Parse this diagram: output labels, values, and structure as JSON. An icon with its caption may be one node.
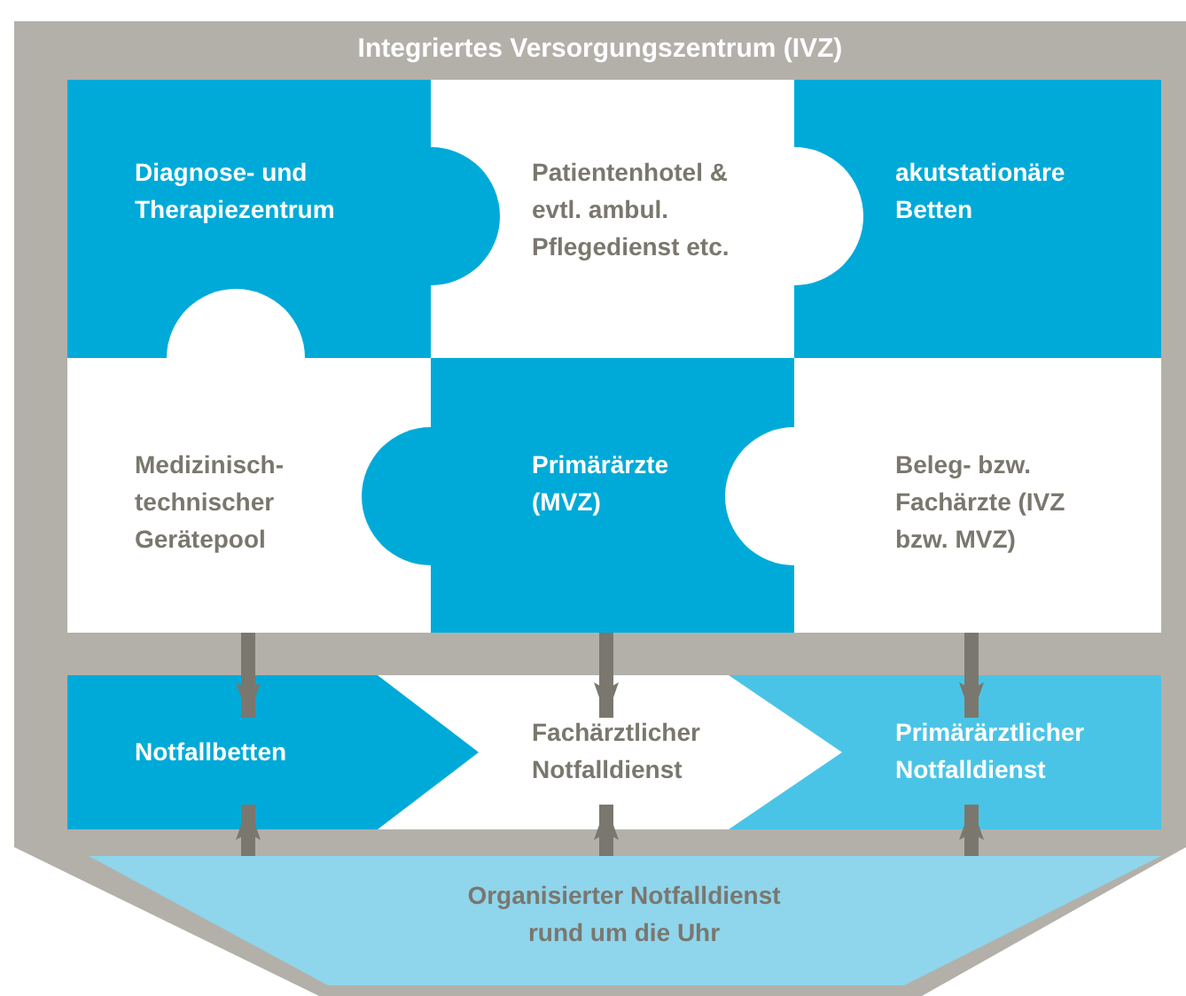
{
  "diagram": {
    "nodes": [
      {
        "text": [
          "Integriertes Versorgungszentrum (IVZ)"
        ]
      },
      {
        "text": [
          "Diagnose- und Therapiezentrum"
        ],
        "in": 0
      },
      {
        "text": [
          "Patientenhotel & evtl. ambul. Pflegedienst etc."
        ],
        "in": 0
      },
      {
        "text": [
          "akutstationäre Betten"
        ],
        "in": 0
      },
      {
        "text": [
          "Medizinisch-technischer Gerätepool"
        ],
        "in": 0
      },
      {
        "text": [
          "Primärärzte (MVZ)"
        ],
        "in": 0
      },
      {
        "text": [
          "Beleg- bzw. Fachärzte (IVZ bzw. MVZ)"
        ],
        "in": 0
      },
      {
        "text": [
          "Notfallbetten"
        ],
        "in": 0
      },
      {
        "text": [
          "Fachärztlicher Notfalldienst"
        ],
        "in": 0
      },
      {
        "text": [
          "Primärärztlicher Notfalldienst"
        ],
        "in": 0
      },
      {
        "text": [
          "Organisierter Notfalldienst rund um die Uhr"
        ],
        "in": 0
      }
    ],
    "edges": [
      {
        "from": 4,
        "to": 7,
        "arrow": "to"
      },
      {
        "from": 5,
        "to": 8,
        "arrow": "to"
      },
      {
        "from": 6,
        "to": 9,
        "arrow": "to"
      },
      {
        "from": 10,
        "to": 7,
        "arrow": "to"
      },
      {
        "from": 10,
        "to": 8,
        "arrow": "to"
      },
      {
        "from": 10,
        "to": 9,
        "arrow": "to"
      }
    ]
  }
}
